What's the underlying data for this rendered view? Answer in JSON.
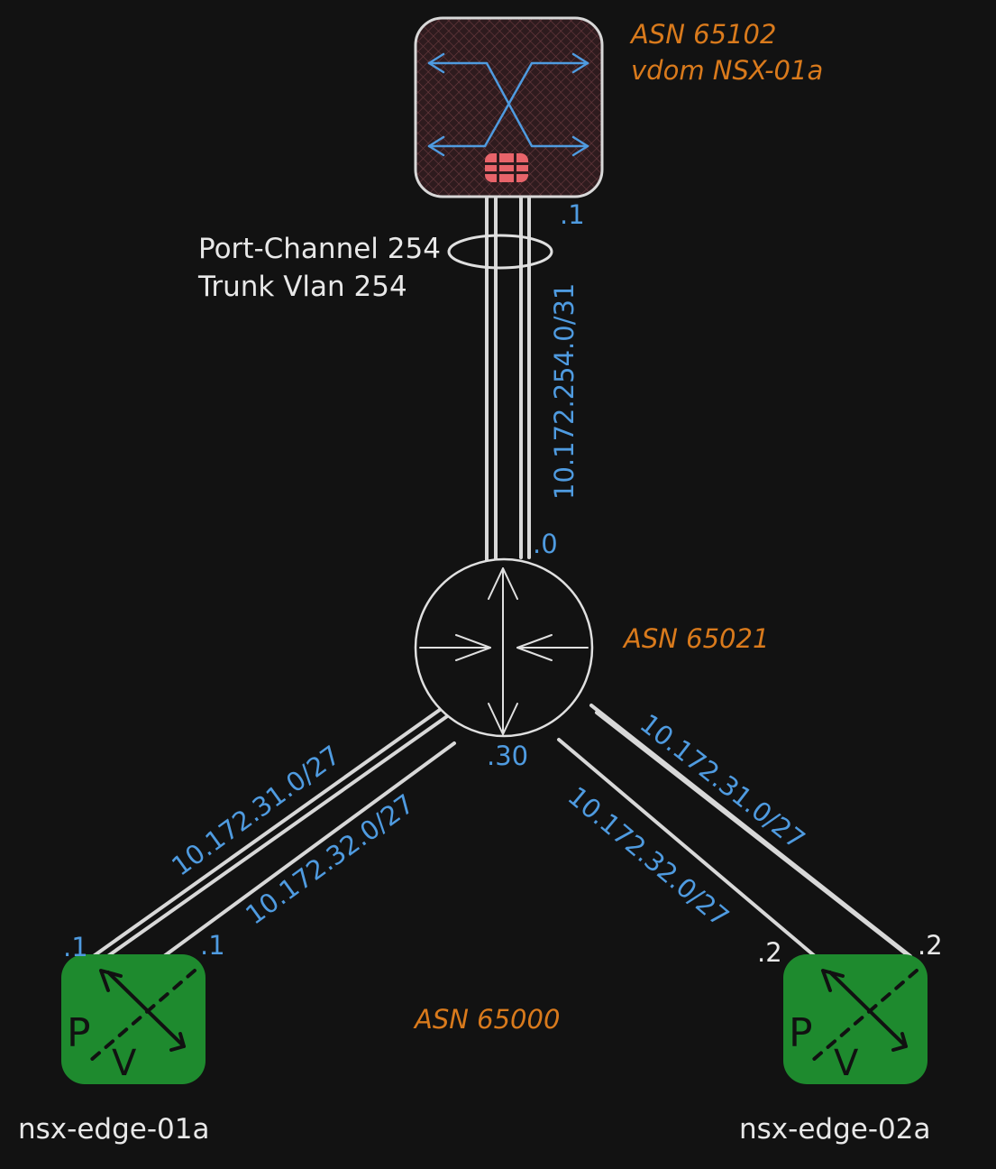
{
  "colors": {
    "background": "#121212",
    "asn": "#d97a1c",
    "subnet": "#4f9be0",
    "edge_green": "#1e8a2e",
    "firewall_fill": "#3a2024",
    "firewall_logo": "#e8646a"
  },
  "firewall": {
    "icon": "fortigate-firewall-icon",
    "asn_label": "ASN 65102",
    "vdom_label": "vdom NSX-01a",
    "uplink_ip": ".1"
  },
  "port_channel": {
    "line1": "Port-Channel 254",
    "line2": "Trunk Vlan 254"
  },
  "uplink_subnet": "10.172.254.0/31",
  "router": {
    "icon": "router-icon",
    "asn_label": "ASN 65021",
    "uplink_ip": ".0",
    "downlink_ip": ".30"
  },
  "edge_asn_label": "ASN 65000",
  "edges": [
    {
      "name": "nsx-edge-01a",
      "icon": "nsx-edge-icon",
      "ip_a": ".1",
      "ip_b": ".1",
      "subnet_a": "10.172.31.0/27",
      "subnet_b": "10.172.32.0/27"
    },
    {
      "name": "nsx-edge-02a",
      "icon": "nsx-edge-icon",
      "ip_a": ".2",
      "ip_b": ".2",
      "subnet_a": "10.172.32.0/27",
      "subnet_b": "10.172.31.0/27"
    }
  ],
  "edge_glyph": {
    "p": "P",
    "v": "V"
  }
}
